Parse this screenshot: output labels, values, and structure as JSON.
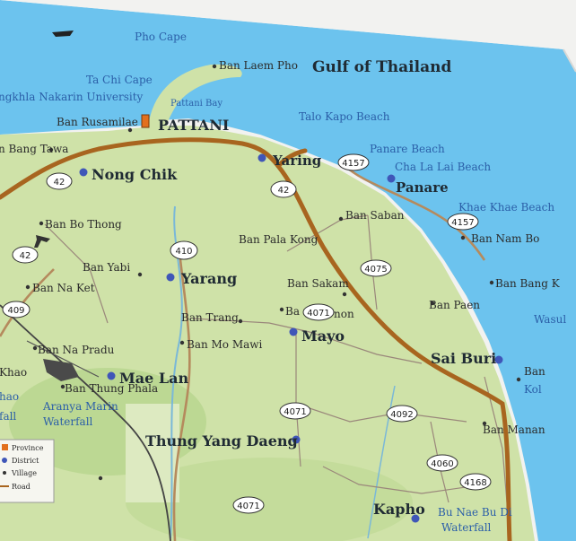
{
  "colors": {
    "sea": "#6cc3ee",
    "land": "#cfe2a8",
    "land_dark": "#b9d58f",
    "highway": "#a8651f",
    "road": "#b0805a",
    "minor_road": "#8f7a70",
    "river": "#7ab8d8",
    "district_dot": "#3f56b8",
    "village_dot": "#333333",
    "province_dot": "#e2701e"
  },
  "labels": {
    "water_gulf": "Gulf of Thailand",
    "cape_pho": "Pho Cape",
    "cape_tachi": "Ta Chi Cape",
    "pattani_bay": "Pattani Bay",
    "university": "ngkhla Nakarin University",
    "ban_laem_pho": "Ban Laem Pho",
    "ban_rusamilae": "Ban Rusamilae",
    "pattani": "PATTANI",
    "ban_bang_tawa": "n Bang Tawa",
    "yaring": "Yaring",
    "talo_kapo": "Talo Kapo Beach",
    "panare_beach": "Panare Beach",
    "cha_la_lai": "Cha La Lai Beach",
    "panare": "Panare",
    "khae_khae": "Khae Khae Beach",
    "ban_nam_bo": "Ban Nam Bo",
    "ban_bang_k": "Ban Bang K",
    "wasul": "Wasul",
    "nong_chik": "Nong Chik",
    "ban_bo_thong": "Ban Bo Thong",
    "ban_saban": "Ban Saban",
    "ban_pala_kong": "Ban Pala Kong",
    "ban_yabi": "Ban Yabi",
    "ban_na_ket": "Ban Na Ket",
    "yarang": "Yarang",
    "ban_sakam": "Ban Sakam",
    "ban_paen": "Ban Paen",
    "ban_trang": "Ban Trang",
    "ban_tanon_a": "Ba",
    "ban_tanon_b": "non",
    "mayo": "Mayo",
    "ban_mo_mawi": "Ban Mo Mawi",
    "ban_na_pradu": "Ban Na Pradu",
    "khao": "Khao",
    "mae_lan": "Mae Lan",
    "ban_thung_phala": "Ban Thung Phala",
    "aranya_a": "Aranya Marin",
    "aranya_b": "Waterfall",
    "hao_left": "hao",
    "fall_left": "fall",
    "sai_buri": "Sai Buri",
    "ban_right": "Ban",
    "kol_right": "Kol",
    "ban_manang": "Ban Manan",
    "thung_yang_daeng": "Thung Yang Daeng",
    "kapho": "Kapho",
    "bu_nae_a": "Bu Nae Bu Di",
    "bu_nae_b": "Waterfall"
  },
  "routes": {
    "r42_a": "42",
    "r42_b": "42",
    "r42_c": "42",
    "r410": "410",
    "r409": "409",
    "r4157_a": "4157",
    "r4157_b": "4157",
    "r4075": "4075",
    "r4071_a": "4071",
    "r4071_b": "4071",
    "r4071_c": "4071",
    "r4092": "4092",
    "r4060": "4060",
    "r4168": "4168"
  },
  "legend": {
    "items": [
      "Province",
      "District",
      "Village",
      "Road"
    ]
  }
}
